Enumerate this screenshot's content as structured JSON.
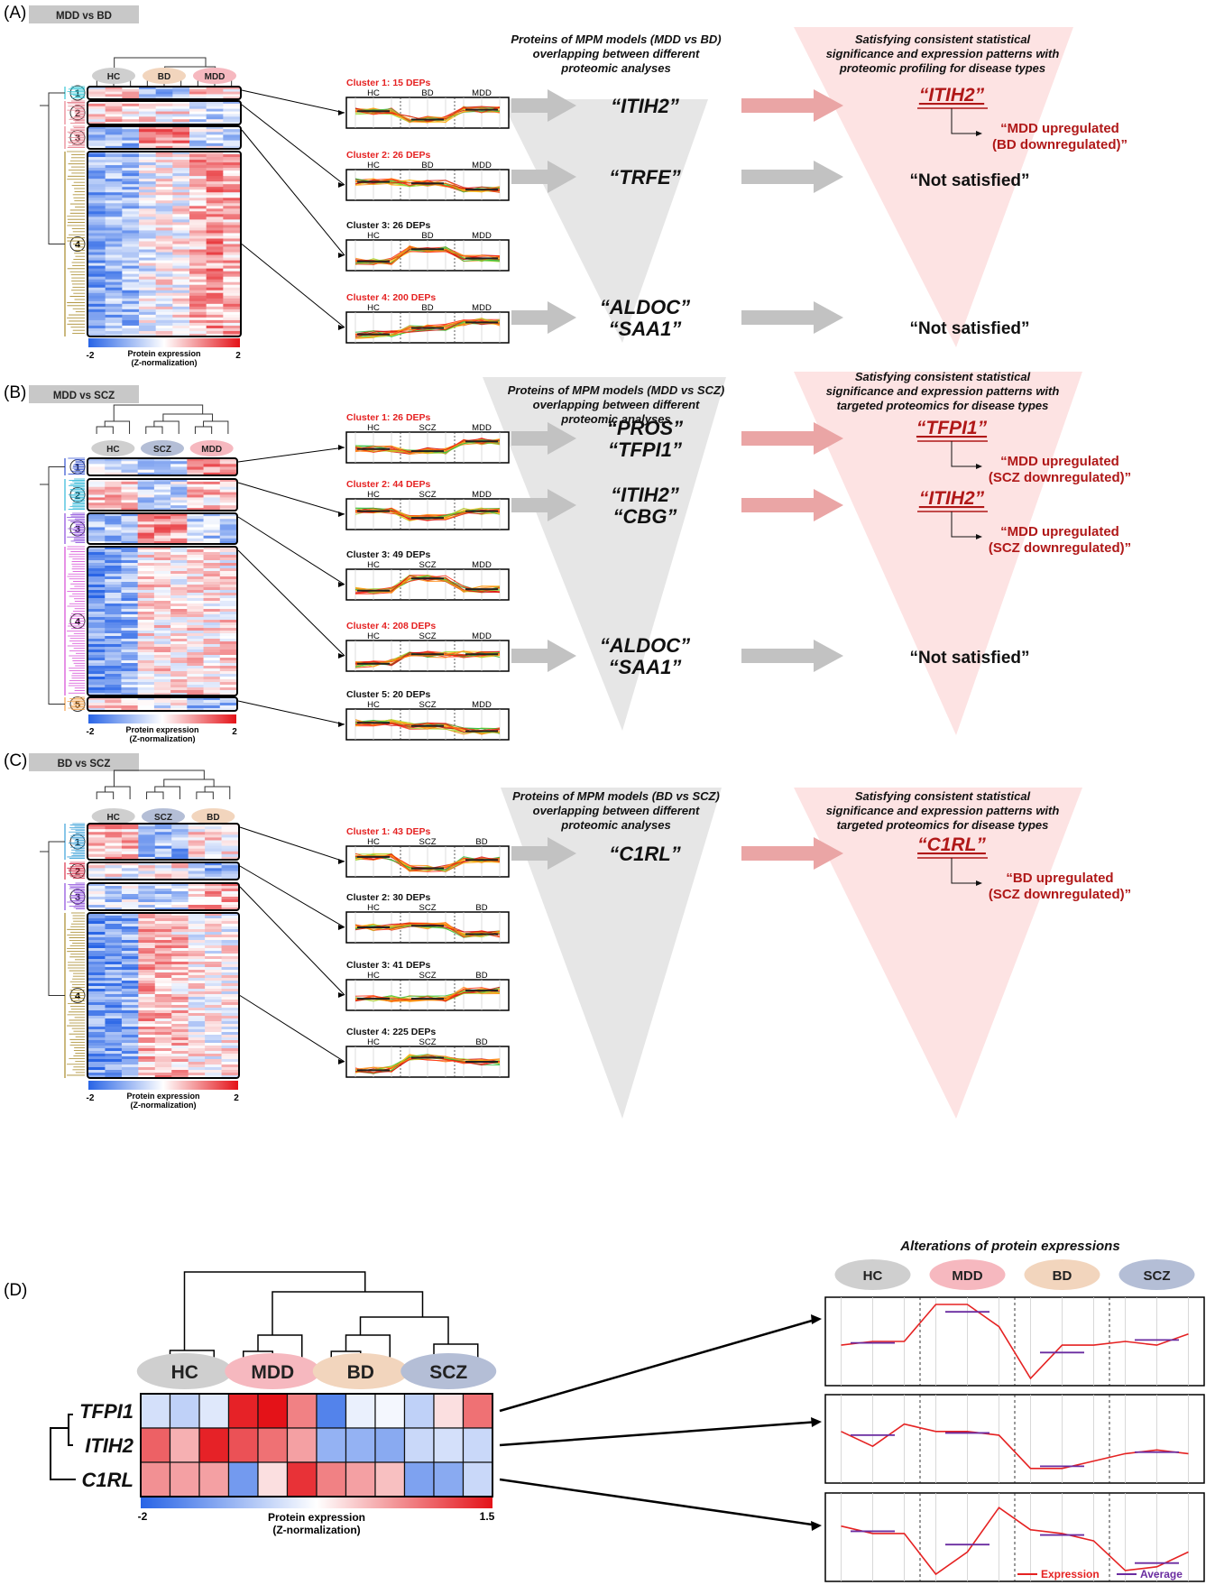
{
  "panels": [
    {
      "letter": "(A)",
      "tag": "MDD vs BD",
      "groups": [
        "HC",
        "BD",
        "MDD"
      ],
      "group_colors": [
        "#cfcfcf",
        "#f2d5bd",
        "#f6b8bf"
      ],
      "clusters": [
        {
          "num": "1",
          "title": "Cluster 1: 15 DEPs",
          "red": true,
          "pattern": [
            0.45,
            0.45,
            0.45,
            0.72,
            0.72,
            0.72,
            0.4,
            0.4,
            0.4
          ]
        },
        {
          "num": "2",
          "title": "Cluster 2: 26 DEPs",
          "red": true,
          "pattern": [
            0.4,
            0.4,
            0.4,
            0.45,
            0.45,
            0.45,
            0.65,
            0.65,
            0.65
          ]
        },
        {
          "num": "3",
          "title": "Cluster 3: 26 DEPs",
          "red": false,
          "pattern": [
            0.7,
            0.7,
            0.7,
            0.3,
            0.3,
            0.3,
            0.6,
            0.6,
            0.6
          ]
        },
        {
          "num": "4",
          "title": "Cluster 4: 200 DEPs",
          "red": true,
          "pattern": [
            0.75,
            0.72,
            0.7,
            0.55,
            0.5,
            0.5,
            0.35,
            0.3,
            0.35
          ]
        }
      ],
      "funnel_left_title": "Proteins of MPM models (MDD vs BD) overlapping between different proteomic analyses",
      "funnel_right_title": "Satisfying consistent statistical significance and expression patterns with proteomic profiling for disease types",
      "candidates": [
        {
          "names": [
            "“ITIH2”"
          ],
          "satisfied": true,
          "result_name": "“ITIH2”",
          "result_lines": [
            "“MDD upregulated",
            "(BD downregulated)”"
          ]
        },
        {
          "names": [
            "“TRFE”"
          ],
          "satisfied": false,
          "result_text": "“Not satisfied”"
        },
        {
          "names": [
            "“ALDOC”",
            "“SAA1”"
          ],
          "satisfied": false,
          "result_text": "“Not satisfied”"
        }
      ],
      "colorbar": {
        "min": "-2",
        "max": "2",
        "label1": "Protein expression",
        "label2": "(Z-normalization)"
      }
    },
    {
      "letter": "(B)",
      "tag": "MDD vs SCZ",
      "groups": [
        "HC",
        "SCZ",
        "MDD"
      ],
      "group_colors": [
        "#cfcfcf",
        "#b4bed6",
        "#f6b8bf"
      ],
      "clusters": [
        {
          "num": "1",
          "title": "Cluster 1: 26 DEPs",
          "red": true,
          "pattern": [
            0.55,
            0.55,
            0.55,
            0.62,
            0.62,
            0.62,
            0.3,
            0.3,
            0.3
          ]
        },
        {
          "num": "2",
          "title": "Cluster 2: 44 DEPs",
          "red": true,
          "pattern": [
            0.4,
            0.4,
            0.4,
            0.62,
            0.62,
            0.62,
            0.4,
            0.4,
            0.4
          ]
        },
        {
          "num": "3",
          "title": "Cluster 3: 49 DEPs",
          "red": false,
          "pattern": [
            0.7,
            0.7,
            0.7,
            0.3,
            0.3,
            0.3,
            0.65,
            0.65,
            0.65
          ]
        },
        {
          "num": "4",
          "title": "Cluster 4: 208 DEPs",
          "red": true,
          "pattern": [
            0.8,
            0.75,
            0.72,
            0.45,
            0.45,
            0.45,
            0.45,
            0.45,
            0.45
          ]
        },
        {
          "num": "5",
          "title": "Cluster 5: 20 DEPs",
          "red": false,
          "pattern": [
            0.45,
            0.45,
            0.45,
            0.55,
            0.55,
            0.55,
            0.72,
            0.72,
            0.72
          ]
        }
      ],
      "funnel_left_title": "Proteins of MPM models (MDD vs SCZ) overlapping between different proteomic analyses",
      "funnel_right_title": "Satisfying consistent statistical significance and expression patterns with targeted proteomics for disease types",
      "candidates": [
        {
          "names": [
            "“PROS”",
            "“TFPI1”"
          ],
          "satisfied": true,
          "result_name": "“TFPI1”",
          "result_lines": [
            "“MDD upregulated",
            "(SCZ downregulated)”"
          ]
        },
        {
          "names": [
            "“ITIH2”",
            "“CBG”"
          ],
          "satisfied": true,
          "result_name": "“ITIH2”",
          "result_lines": [
            "“MDD upregulated",
            "(SCZ downregulated)”"
          ]
        },
        {
          "names": [
            "“ALDOC”",
            "“SAA1”"
          ],
          "satisfied": false,
          "result_text": "“Not satisfied”"
        }
      ],
      "colorbar": {
        "min": "-2",
        "max": "2",
        "label1": "Protein expression",
        "label2": "(Z-normalization)"
      }
    },
    {
      "letter": "(C)",
      "tag": "BD vs SCZ",
      "groups": [
        "HC",
        "SCZ",
        "BD"
      ],
      "group_colors": [
        "#cfcfcf",
        "#b4bed6",
        "#f2d5bd"
      ],
      "clusters": [
        {
          "num": "1",
          "title": "Cluster 1: 43 DEPs",
          "red": true,
          "pattern": [
            0.35,
            0.35,
            0.35,
            0.72,
            0.72,
            0.72,
            0.45,
            0.45,
            0.45
          ]
        },
        {
          "num": "2",
          "title": "Cluster 2: 30 DEPs",
          "red": false,
          "pattern": [
            0.5,
            0.5,
            0.5,
            0.45,
            0.45,
            0.45,
            0.72,
            0.72,
            0.72
          ]
        },
        {
          "num": "3",
          "title": "Cluster 3: 41 DEPs",
          "red": false,
          "pattern": [
            0.62,
            0.62,
            0.62,
            0.62,
            0.62,
            0.62,
            0.35,
            0.35,
            0.35
          ]
        },
        {
          "num": "4",
          "title": "Cluster 4: 225 DEPs",
          "red": false,
          "pattern": [
            0.8,
            0.78,
            0.75,
            0.35,
            0.35,
            0.4,
            0.5,
            0.5,
            0.5
          ]
        }
      ],
      "funnel_left_title": "Proteins of MPM models (BD vs SCZ) overlapping between different proteomic analyses",
      "funnel_right_title": "Satisfying consistent statistical significance and expression patterns with targeted proteomics for disease types",
      "candidates": [
        {
          "names": [
            "“C1RL”"
          ],
          "satisfied": true,
          "result_name": "“C1RL”",
          "result_lines": [
            "“BD upregulated",
            "(SCZ downregulated)”"
          ]
        }
      ],
      "colorbar": {
        "min": "-2",
        "max": "2",
        "label1": "Protein expression",
        "label2": "(Z-normalization)"
      }
    }
  ],
  "panelD": {
    "letter": "(D)",
    "groups": [
      "HC",
      "MDD",
      "BD",
      "SCZ"
    ],
    "group_colors": [
      "#cfcfcf",
      "#f6b8bf",
      "#f2d5bd",
      "#b4bed6"
    ],
    "proteins": [
      "TFPI1",
      "ITIH2",
      "C1RL"
    ],
    "heatmap_z": [
      [
        -0.4,
        -0.6,
        -0.3,
        1.4,
        1.5,
        0.8,
        -1.6,
        -0.2,
        -0.1,
        -0.6,
        0.2,
        0.9
      ],
      [
        1.0,
        0.5,
        1.4,
        1.1,
        0.9,
        0.6,
        -1.0,
        -1.0,
        -1.1,
        -0.5,
        -0.4,
        -0.5
      ],
      [
        0.7,
        0.6,
        0.6,
        -1.3,
        0.2,
        1.3,
        0.8,
        0.6,
        0.4,
        -1.2,
        -1.1,
        -0.5
      ]
    ],
    "colorbar": {
      "min": "-2",
      "max": "1.5",
      "label1": "Protein expression",
      "label2": "(Z-normalization)"
    },
    "line_title": "Alterations of protein expressions",
    "line_series": [
      [
        0.45,
        0.5,
        0.5,
        1.0,
        1.0,
        0.7,
        0.0,
        0.45,
        0.45,
        0.5,
        0.45,
        0.6
      ],
      [
        0.6,
        0.4,
        0.7,
        0.6,
        0.6,
        0.55,
        0.1,
        0.1,
        0.2,
        0.3,
        0.35,
        0.3
      ],
      [
        0.65,
        0.55,
        0.55,
        0.0,
        0.3,
        0.9,
        0.6,
        0.55,
        0.45,
        0.05,
        0.1,
        0.3
      ]
    ],
    "line_means": [
      [
        0.48,
        0.9,
        0.35,
        0.52
      ],
      [
        0.55,
        0.58,
        0.13,
        0.32
      ],
      [
        0.58,
        0.4,
        0.53,
        0.15
      ]
    ],
    "legend": [
      "Expression",
      "Average"
    ],
    "legend_colors": [
      "#e52222",
      "#6a2ca0"
    ]
  }
}
